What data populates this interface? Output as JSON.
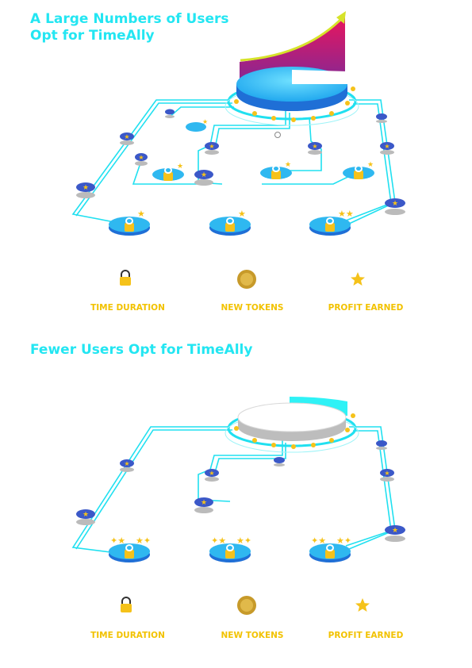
{
  "section1": {
    "title": "A Large Numbers of Users Opt for TimeAlly"
  },
  "section2": {
    "title": "Fewer Users Opt for TimeAlly"
  },
  "legend": [
    {
      "label": "TIME DURATION",
      "icon": "padlock-icon"
    },
    {
      "label": "NEW TOKENS",
      "icon": "coin-icon"
    },
    {
      "label": "PROFIT EARNED",
      "icon": "star-icon"
    }
  ],
  "colors": {
    "title": "#23e6f2",
    "line": "#20e0f0",
    "disc": "#2fb8f0",
    "disc_dark": "#1f6fd6",
    "node": "#3b58c8",
    "gold": "#f5c21a",
    "growth_gradient_top": "#e8155e",
    "growth_gradient_bottom": "#7a2a9a",
    "arrow": "#d6e32a",
    "gray_platform": "#c8c8c8"
  }
}
